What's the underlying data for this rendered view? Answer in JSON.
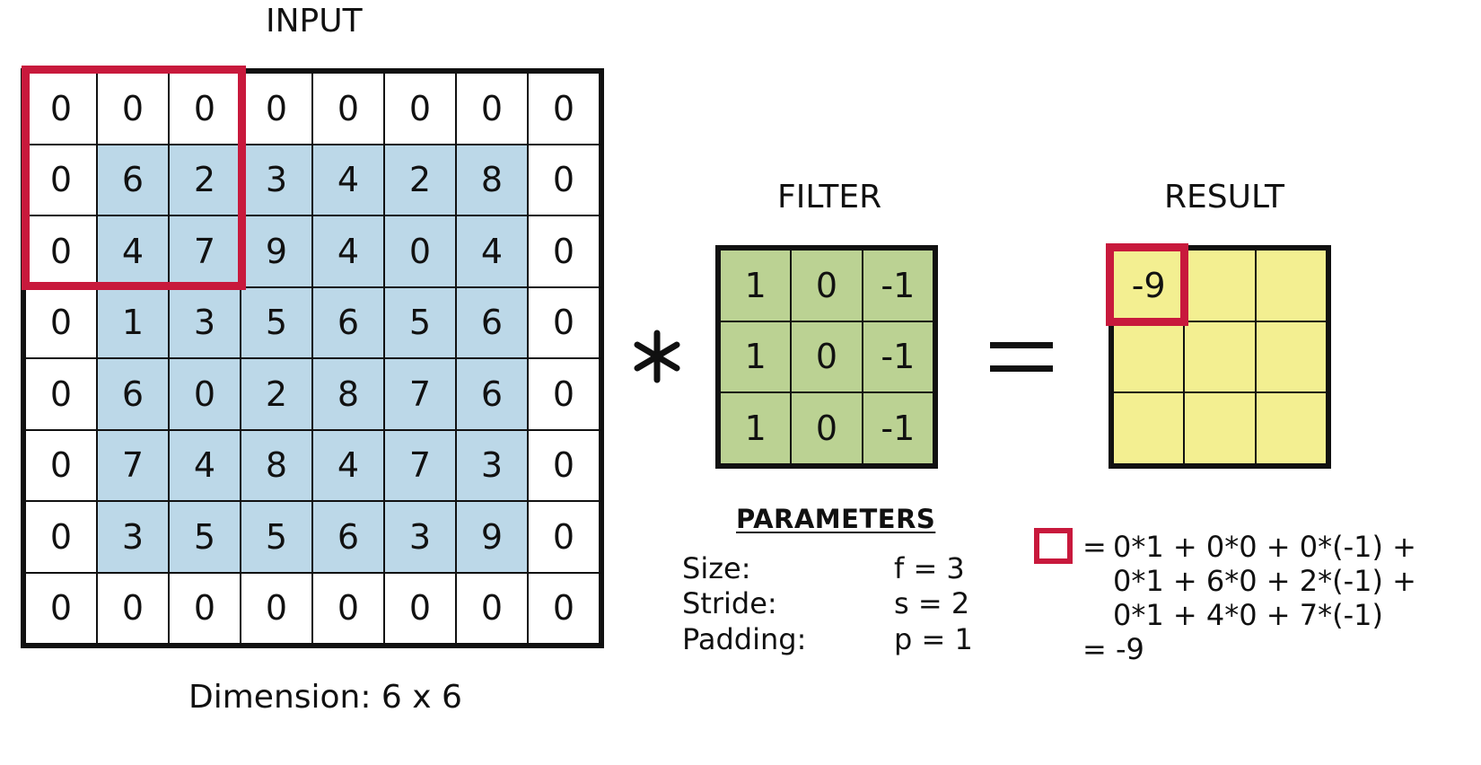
{
  "labels": {
    "input": "INPUT",
    "filter": "FILTER",
    "result": "RESULT",
    "dimension": "Dimension: 6 x 6"
  },
  "colors": {
    "outline": "#111111",
    "padding_cell": "#ffffff",
    "input_cell": "#bcd8e8",
    "filter_cell": "#bbd293",
    "result_cell": "#f3ef91",
    "highlight": "#c8193c"
  },
  "input_matrix": [
    [
      "0",
      "0",
      "0",
      "0",
      "0",
      "0",
      "0",
      "0"
    ],
    [
      "0",
      "6",
      "2",
      "3",
      "4",
      "2",
      "8",
      "0"
    ],
    [
      "0",
      "4",
      "7",
      "9",
      "4",
      "0",
      "4",
      "0"
    ],
    [
      "0",
      "1",
      "3",
      "5",
      "6",
      "5",
      "6",
      "0"
    ],
    [
      "0",
      "6",
      "0",
      "2",
      "8",
      "7",
      "6",
      "0"
    ],
    [
      "0",
      "7",
      "4",
      "8",
      "4",
      "7",
      "3",
      "0"
    ],
    [
      "0",
      "3",
      "5",
      "5",
      "6",
      "3",
      "9",
      "0"
    ],
    [
      "0",
      "0",
      "0",
      "0",
      "0",
      "0",
      "0",
      "0"
    ]
  ],
  "filter_matrix": [
    [
      "1",
      "0",
      "-1"
    ],
    [
      "1",
      "0",
      "-1"
    ],
    [
      "1",
      "0",
      "-1"
    ]
  ],
  "result_matrix": [
    [
      "-9",
      "",
      ""
    ],
    [
      "",
      "",
      ""
    ],
    [
      "",
      "",
      ""
    ]
  ],
  "operators": {
    "convolution": "*",
    "equals": "="
  },
  "parameters": {
    "title": "PARAMETERS",
    "items": [
      {
        "name": "Size:",
        "value": "f = 3"
      },
      {
        "name": "Stride:",
        "value": "s = 2"
      },
      {
        "name": "Padding:",
        "value": "p = 1"
      }
    ]
  },
  "calculation": {
    "prefix": "=",
    "lines": [
      "0*1 + 0*0 + 0*(-1) +",
      "0*1 + 6*0 + 2*(-1) +",
      "0*1 + 4*0 + 7*(-1)",
      "= -9"
    ]
  }
}
